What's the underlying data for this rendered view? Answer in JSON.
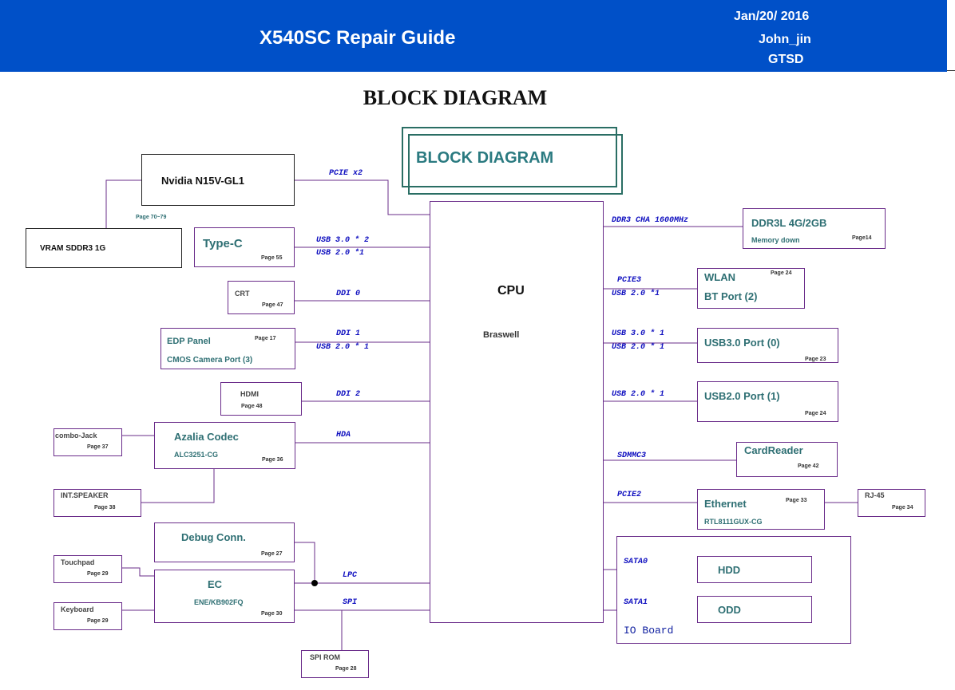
{
  "header": {
    "title": "X540SC Repair Guide",
    "date": "Jan/20/ 2016",
    "author": "John_jin",
    "dept": "GTSD"
  },
  "heading": "BLOCK DIAGRAM",
  "diagram": {
    "banner": "BLOCK DIAGRAM",
    "cpu": {
      "title": "CPU",
      "sub": "Braswell"
    },
    "gpu": {
      "label": "Nvidia N15V-GL1",
      "page": "Page 70~79"
    },
    "vram": {
      "label": "VRAM SDDR3 1G"
    },
    "typec": {
      "label": "Type-C",
      "page": "Page 55"
    },
    "crt": {
      "label": "CRT",
      "page": "Page 47"
    },
    "edp": {
      "label": "EDP Panel",
      "label2": "CMOS Camera Port (3)",
      "page": "Page 17"
    },
    "hdmi": {
      "label": "HDMI",
      "page": "Page 48"
    },
    "azalia": {
      "label": "Azalia Codec",
      "label2": "ALC3251-CG",
      "page": "Page 36"
    },
    "combo": {
      "label": "combo-Jack",
      "page": "Page 37"
    },
    "speaker": {
      "label": "INT.SPEAKER",
      "page": "Page 38"
    },
    "debug": {
      "label": "Debug Conn.",
      "page": "Page 27"
    },
    "touchpad": {
      "label": "Touchpad",
      "page": "Page 29"
    },
    "ec": {
      "label": "EC",
      "label2": "ENE/KB902FQ",
      "page": "Page 30"
    },
    "keyboard": {
      "label": "Keyboard",
      "page": "Page 29"
    },
    "spirom": {
      "label": "SPI ROM",
      "page": "Page 28"
    },
    "ddr": {
      "label": "DDR3L 4G/2GB",
      "label2": "Memory down",
      "page": "Page14"
    },
    "wlan": {
      "label": "WLAN",
      "label2": "BT Port (2)",
      "page": "Page 24"
    },
    "usb3": {
      "label": "USB3.0 Port (0)",
      "page": "Page 23"
    },
    "usb2": {
      "label": "USB2.0 Port (1)",
      "page": "Page 24"
    },
    "cardreader": {
      "label": "CardReader",
      "page": "Page 42"
    },
    "ethernet": {
      "label": "Ethernet",
      "label2": "RTL8111GUX-CG",
      "page": "Page 33"
    },
    "rj45": {
      "label": "RJ-45",
      "page": "Page 34"
    },
    "hdd": {
      "label": "HDD"
    },
    "odd": {
      "label": "ODD"
    },
    "ioboard": {
      "label": "IO Board"
    },
    "buses": {
      "pcie_x2": "PCIE x2",
      "usb30_2": "USB 3.0 * 2",
      "usb20_1a": "USB 2.0 *1",
      "ddi0": "DDI 0",
      "ddi1": "DDI 1",
      "usb20_1b": "USB 2.0 * 1",
      "ddi2": "DDI 2",
      "hda": "HDA",
      "lpc": "LPC",
      "spi": "SPI",
      "ddr3": "DDR3 CHA 1600MHz",
      "pcie3": "PCIE3",
      "usb20_1c": "USB 2.0 *1",
      "usb30_1": "USB 3.0 * 1",
      "usb20_1d": "USB 2.0 * 1",
      "usb20_1e": "USB 2.0 * 1",
      "sdmmc3": "SDMMC3",
      "pcie2": "PCIE2",
      "sata0": "SATA0",
      "sata1": "SATA1"
    }
  }
}
